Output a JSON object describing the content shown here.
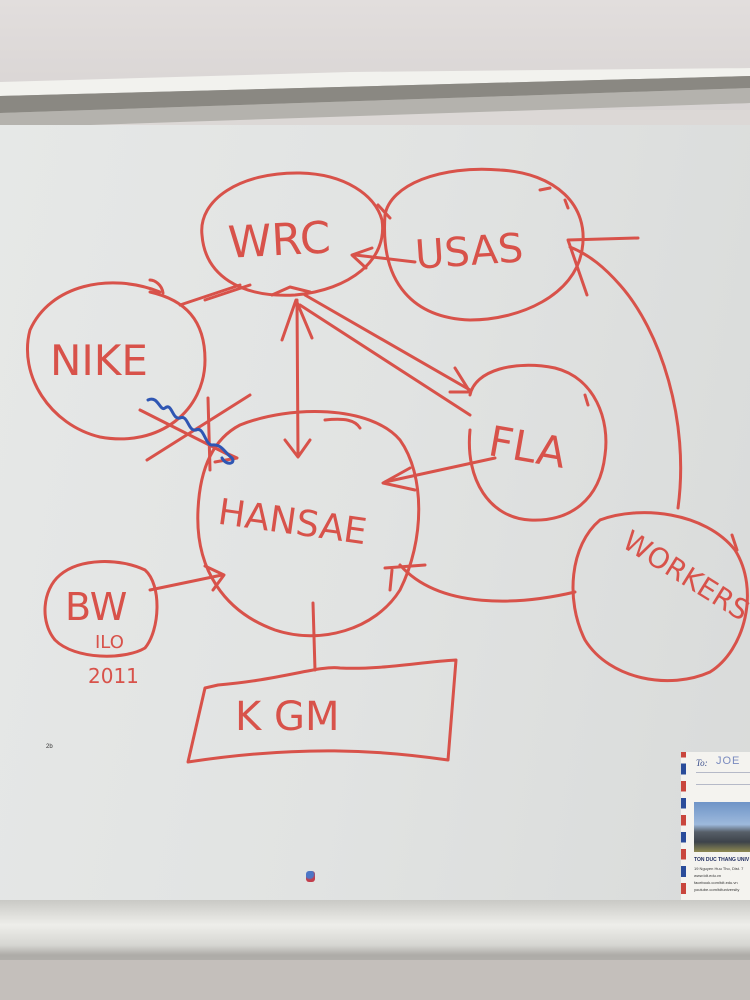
{
  "diagram": {
    "nodes": [
      {
        "id": "wrc",
        "label": "WRC",
        "shape": "ellipse"
      },
      {
        "id": "usas",
        "label": "USAS",
        "shape": "ellipse"
      },
      {
        "id": "nike",
        "label": "NIKE",
        "shape": "ellipse"
      },
      {
        "id": "fla",
        "label": "FLA",
        "shape": "ellipse"
      },
      {
        "id": "hansae",
        "label": "HANSAE",
        "shape": "ellipse"
      },
      {
        "id": "bw",
        "label": "BW",
        "sublabel": "ILO",
        "note": "2011",
        "shape": "ellipse"
      },
      {
        "id": "workers",
        "label": "WORKERS",
        "shape": "ellipse"
      },
      {
        "id": "kgm",
        "label": "K GM",
        "shape": "rectangle"
      }
    ],
    "edges": [
      {
        "from": "usas",
        "to": "wrc",
        "type": "arrow"
      },
      {
        "from": "wrc",
        "to": "hansae",
        "type": "double-arrow"
      },
      {
        "from": "wrc",
        "to": "fla",
        "type": "double-line-arrow"
      },
      {
        "from": "fla",
        "to": "hansae",
        "type": "arrow"
      },
      {
        "from": "nike",
        "to": "hansae",
        "type": "crossed-arrow",
        "annotation": "blue squiggle"
      },
      {
        "from": "nike",
        "to": "wrc",
        "type": "line"
      },
      {
        "from": "bw",
        "to": "hansae",
        "type": "arrow"
      },
      {
        "from": "workers",
        "to": "usas",
        "type": "arrow"
      },
      {
        "from": "workers",
        "to": "hansae",
        "type": "arrow"
      },
      {
        "from": "hansae",
        "to": "kgm",
        "type": "line"
      }
    ],
    "marker_color": "#d8524a",
    "accent_marker_color": "#2f56b3"
  },
  "postcard": {
    "to_label": "To:",
    "recipient": "JOE",
    "title": "TON DUC THANG UNIV",
    "info_lines": [
      "19 Nguyen Huu Tho, Dist. 7",
      "www.tdt.edu.vn",
      "facebook.com/tdt.edu.vn",
      "youtube.com/tdtuniversity"
    ]
  },
  "board_mark": "2b"
}
